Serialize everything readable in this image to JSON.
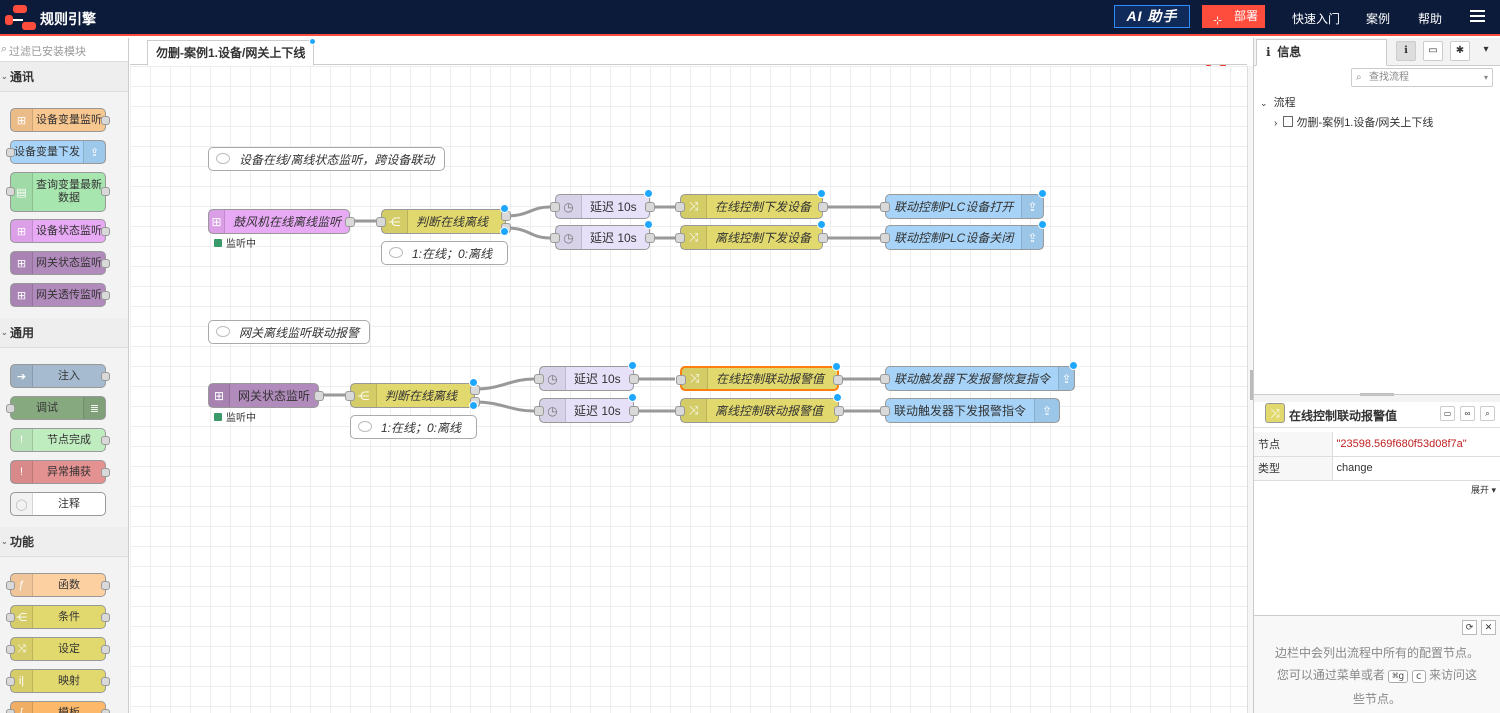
{
  "header": {
    "app_title": "规则引擎",
    "ai_label": "AI 助手",
    "deploy_label": "部署",
    "nav": [
      "快速入门",
      "案例",
      "帮助"
    ]
  },
  "palette": {
    "filter_placeholder": "过滤已安装模块",
    "categories": [
      {
        "title": "通讯",
        "items": [
          "设备变量监听",
          "设备变量下发",
          "查询变量最新数据",
          "设备状态监听",
          "网关状态监听",
          "网关透传监听"
        ]
      },
      {
        "title": "通用",
        "items": [
          "注入",
          "调试",
          "节点完成",
          "异常捕获",
          "注释"
        ]
      },
      {
        "title": "功能",
        "items": [
          "函数",
          "条件",
          "设定",
          "映射",
          "模板"
        ]
      }
    ]
  },
  "workspace": {
    "tab_label": "勿删-案例1.设备/网关上下线",
    "flow1": {
      "comment": "设备在线/离线状态监听，跨设备联动",
      "source": "鼓风机在线离线监听",
      "source_status": "监听中",
      "switch": "判断在线离线",
      "switch_comment": "1:在线；0:离线",
      "delay1": "延迟 10s",
      "delay2": "延迟 10s",
      "change1": "在线控制下发设备",
      "change2": "离线控制下发设备",
      "out1": "联动控制PLC设备打开",
      "out2": "联动控制PLC设备关闭"
    },
    "flow2": {
      "comment": "网关离线监听联动报警",
      "source": "网关状态监听",
      "source_status": "监听中",
      "switch": "判断在线离线",
      "switch_comment": "1:在线；0:离线",
      "delay1": "延迟 10s",
      "delay2": "延迟 10s",
      "change1": "在线控制联动报警值",
      "change2": "离线控制联动报警值",
      "out1": "联动触发器下发报警恢复指令",
      "out2": "联动触发器下发报警指令"
    }
  },
  "sidebar": {
    "tab_label": "信息",
    "search_placeholder": "查找流程",
    "tree_root": "流程",
    "tree_item": "勿删-案例1.设备/网关上下线",
    "selected_title": "在线控制联动报警值",
    "props": [
      {
        "key": "节点",
        "value": "\"23598.569f680f53d08f7a\""
      },
      {
        "key": "类型",
        "value": "change"
      }
    ],
    "expand_label": "展开",
    "help_text_1": "边栏中会列出流程中所有的配置节点。",
    "help_text_2a": "您可以通过菜单或者",
    "help_key_1": "⌘g",
    "help_key_2": "c",
    "help_text_2b": "来访问这",
    "help_text_3": "些节点。"
  },
  "colors": {
    "header_bg": "#0c1b3a",
    "accent": "#ff4d3d",
    "device_node": "#e8a9f5",
    "gateway_node": "#b28bbd",
    "switch_node": "#e2d96e",
    "delay_node": "#e6e0f8",
    "output_node": "#a6d3f7",
    "status_dot": "#3a9a6a"
  }
}
